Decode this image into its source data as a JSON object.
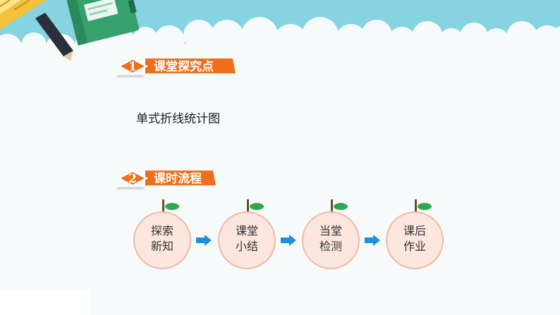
{
  "colors": {
    "sky": "#86d3e2",
    "accent": "#f06d1b",
    "fruit_fill": "#fde6de",
    "fruit_stroke": "#f2b9a8",
    "leaf": "#2ea84f",
    "arrow": "#1f8fd6"
  },
  "decor": {
    "book_icon": "notebook-icon",
    "ruler_icon": "ruler-icon"
  },
  "sections": [
    {
      "number": "1",
      "title": "课堂探究点"
    },
    {
      "number": "2",
      "title": "课时流程"
    }
  ],
  "topic": "单式折线统计图",
  "flow": [
    {
      "line1": "探索",
      "line2": "新知"
    },
    {
      "line1": "课堂",
      "line2": "小结"
    },
    {
      "line1": "当堂",
      "line2": "检测"
    },
    {
      "line1": "课后",
      "line2": "作业"
    }
  ],
  "flow_arrow_icon": "arrow-right-icon"
}
